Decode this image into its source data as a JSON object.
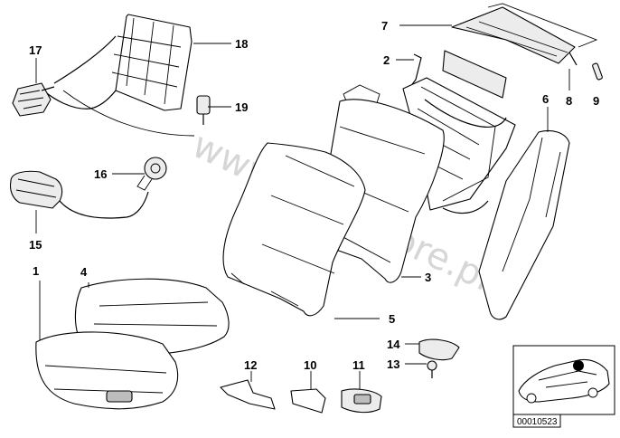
{
  "watermark": "www.BMWstore.pl",
  "reference_code": "00010523",
  "callouts": {
    "p1": "1",
    "p2": "2",
    "p3": "3",
    "p4": "4",
    "p5": "5",
    "p6": "6",
    "p7": "7",
    "p8": "8",
    "p9": "9",
    "p10": "10",
    "p11": "11",
    "p12": "12",
    "p13": "13",
    "p14": "14",
    "p15": "15",
    "p16": "16",
    "p17": "17",
    "p18": "18",
    "p19": "19"
  }
}
